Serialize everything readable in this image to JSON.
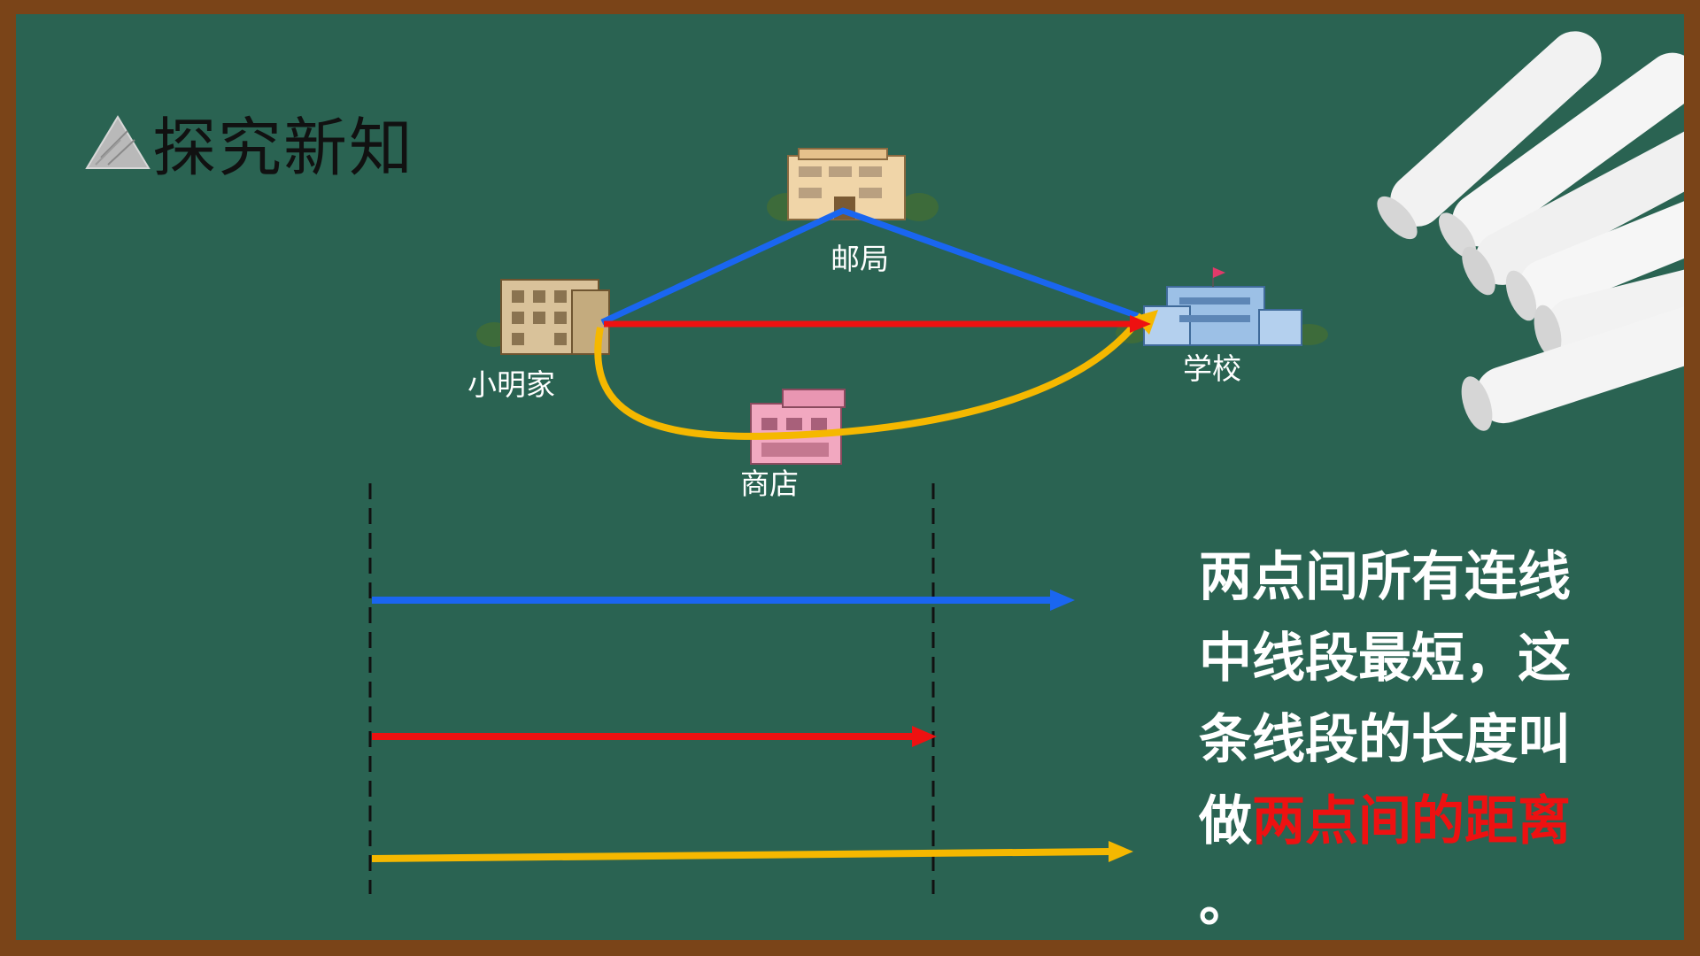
{
  "title": "探究新知",
  "places": {
    "home": "小明家",
    "post_office": "邮局",
    "school": "学校",
    "shop": "商店"
  },
  "conclusion": {
    "line1": "两点间所有连线",
    "line2": "中线段最短，这",
    "line3": "条线段的长度叫",
    "line4_prefix": "做",
    "line4_highlight": "两点间的距离",
    "line5": "。"
  },
  "colors": {
    "board": "#2a6352",
    "frame": "#7a4418",
    "route_post_office": "#1a66f0",
    "route_straight": "#ee1111",
    "route_shop": "#f5b800",
    "highlight": "#ee1111"
  }
}
